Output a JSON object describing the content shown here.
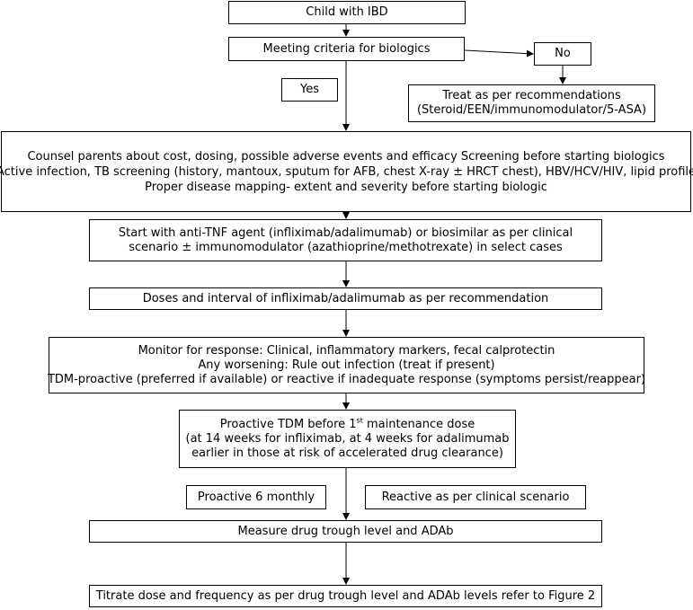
{
  "nodes": {
    "child_ibd": {
      "lines": [
        "Child with IBD"
      ]
    },
    "criteria": {
      "lines": [
        "Meeting criteria for biologics"
      ]
    },
    "no_label": {
      "lines": [
        "No"
      ]
    },
    "yes_label": {
      "lines": [
        "Yes"
      ]
    },
    "treat": {
      "lines": [
        "Treat as per recommendations",
        "(Steroid/EEN/immunomodulator/5-ASA)"
      ]
    },
    "counsel": {
      "lines": [
        "Counsel parents about cost, dosing, possible adverse events and efficacy Screening before starting biologics",
        "Active infection, TB screening (history, mantoux, sputum for AFB, chest X-ray ± HRCT chest), HBV/HCV/HIV, lipid profile",
        "Proper disease mapping- extent and severity before starting biologic"
      ]
    },
    "start_anti_tnf": {
      "lines": [
        "Start with anti-TNF agent (infliximab/adalimumab) or biosimilar as per clinical",
        "scenario ± immunomodulator (azathioprine/methotrexate) in select cases"
      ]
    },
    "doses": {
      "lines": [
        "Doses and interval of infliximab/adalimumab as per recommendation"
      ]
    },
    "monitor": {
      "lines": [
        "Monitor for response: Clinical, inflammatory markers, fecal calprotectin",
        "Any worsening: Rule out infection (treat if present)",
        "TDM-proactive (preferred if available) or reactive if inadequate response (symptoms persist/reappear)"
      ]
    },
    "proactive_tdm": {
      "line1_pre": "Proactive TDM before 1",
      "line1_sup": "st",
      "line1_post": " maintenance dose",
      "lines": [
        "(at 14 weeks  for infliximab, at 4 weeks for adalimumab",
        "earlier in those at risk of accelerated drug clearance)"
      ]
    },
    "proactive_6m": {
      "lines": [
        "Proactive 6 monthly"
      ]
    },
    "reactive": {
      "lines": [
        "Reactive as per clinical scenario"
      ]
    },
    "measure": {
      "lines": [
        "Measure drug trough  level and ADAb"
      ]
    },
    "titrate": {
      "lines": [
        "Titrate dose and frequency as per drug trough level and ADAb levels refer to Figure 2"
      ]
    }
  }
}
